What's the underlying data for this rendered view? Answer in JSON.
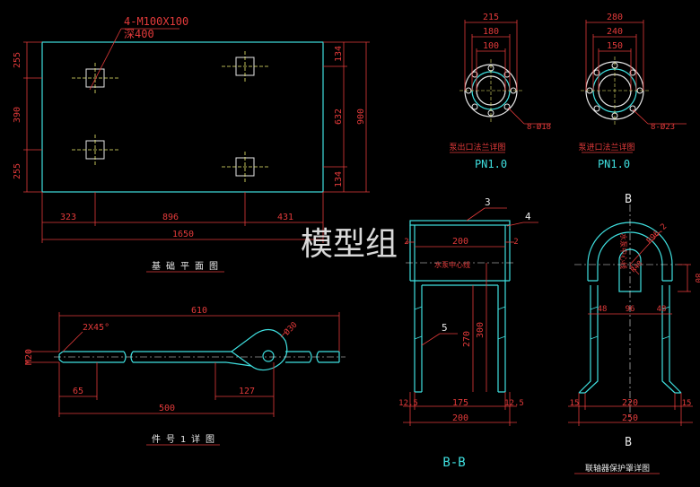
{
  "watermark": "模型组",
  "colors": {
    "background": "#000000",
    "outline": "#3fe0e0",
    "dim": "#e23a3a",
    "note": "#f0f070",
    "white": "#e8e8e8"
  },
  "foundation": {
    "dims_left": [
      "255",
      "390",
      "255"
    ],
    "dims_right_inner": [
      "134",
      "632",
      "134"
    ],
    "dim_right_outer": "900",
    "dims_bottom": [
      "323",
      "896",
      "431"
    ],
    "dim_bottom_total": "1650",
    "anchor_note_1": "4-M100X100",
    "anchor_note_2": "深400",
    "caption": "基 础 平 面 图"
  },
  "bolt": {
    "dim_total": "610",
    "chamfer": "2X45°",
    "thread": "M20",
    "dim_left": "65",
    "dim_hook": "127",
    "dim_length": "500",
    "hole": "Ø30",
    "caption": "件 号  1 详 图"
  },
  "flange_left": {
    "dims": [
      "215",
      "180",
      "100"
    ],
    "holes": "8-Ø18",
    "caption": "泵出口法兰详图",
    "pn": "PN1.0"
  },
  "flange_right": {
    "dims": [
      "280",
      "240",
      "150"
    ],
    "holes": "8-Ø23",
    "caption": "泵进口法兰详图",
    "pn": "PN1.0"
  },
  "section_bb": {
    "part_3": "3",
    "part_4": "4",
    "part_5": "5",
    "dim_top": "200",
    "dim_small_left": "2",
    "dim_small_right": "2",
    "center_note": "水泵中心线",
    "dim_270": "270",
    "dim_300": "300",
    "dim_12_5_left": "12.5",
    "dim_175": "175",
    "dim_12_5_right": "12.5",
    "dim_200_bottom": "200",
    "caption": "B-B"
  },
  "guard": {
    "label_top": "B",
    "label_bottom": "B",
    "r1": "R96.2",
    "r2": "R48",
    "side_note": "水泵中心线",
    "dim_80": "80",
    "dim_48_left": "48",
    "dim_96": "96",
    "dim_48_right": "48",
    "dim_15_left": "15",
    "dim_220": "220",
    "dim_15_right": "15",
    "dim_250": "250",
    "caption": "联轴器保护罩详图"
  }
}
